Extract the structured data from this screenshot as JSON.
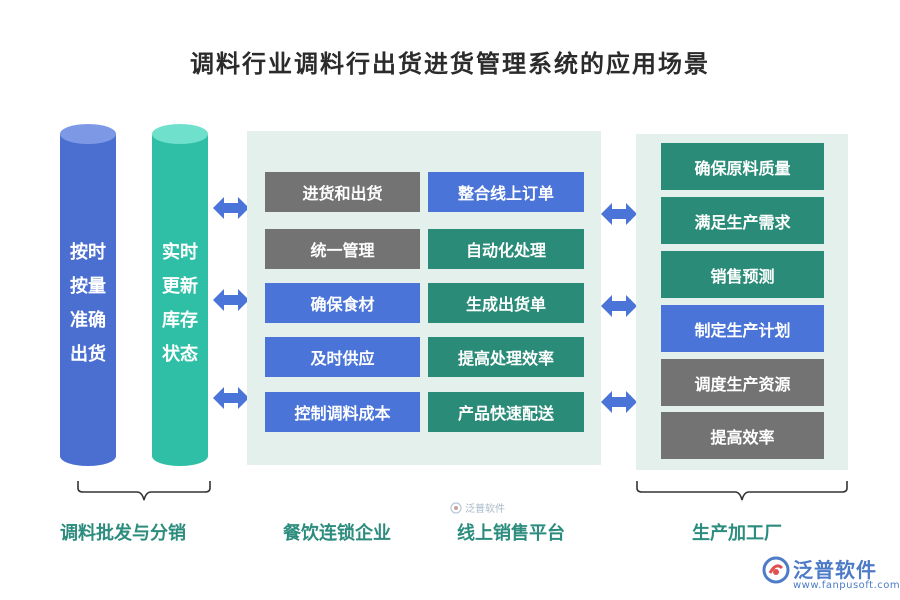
{
  "title": "调料行业调料行出货进货管理系统的应用场景",
  "cylinders": [
    {
      "label": "按时按量准确出货",
      "lines": [
        "按时",
        "按量",
        "准确",
        "出货"
      ]
    },
    {
      "label": "实时更新库存状态",
      "lines": [
        "实时",
        "更新",
        "库存",
        "状态"
      ]
    }
  ],
  "middle_left": [
    "进货和出货",
    "统一管理",
    "确保食材",
    "及时供应",
    "控制调料成本"
  ],
  "middle_right": [
    "整合线上订单",
    "自动化处理",
    "生成出货单",
    "提高处理效率",
    "产品快速配送"
  ],
  "right_items": [
    "确保原料质量",
    "满足生产需求",
    "销售预测",
    "制定生产计划",
    "调度生产资源",
    "提高效率"
  ],
  "bottom_labels": [
    "调料批发与分销",
    "餐饮连锁企业",
    "线上销售平台",
    "生产加工厂"
  ],
  "watermark": "泛普软件",
  "logo": {
    "name": "泛普软件",
    "url": "www.fanpusoft.com"
  },
  "colors": {
    "gray": "#737373",
    "blue": "#4a74d8",
    "teal": "#2a8c78",
    "label": "#2c8c7e",
    "arrow": "#4a74d8"
  }
}
